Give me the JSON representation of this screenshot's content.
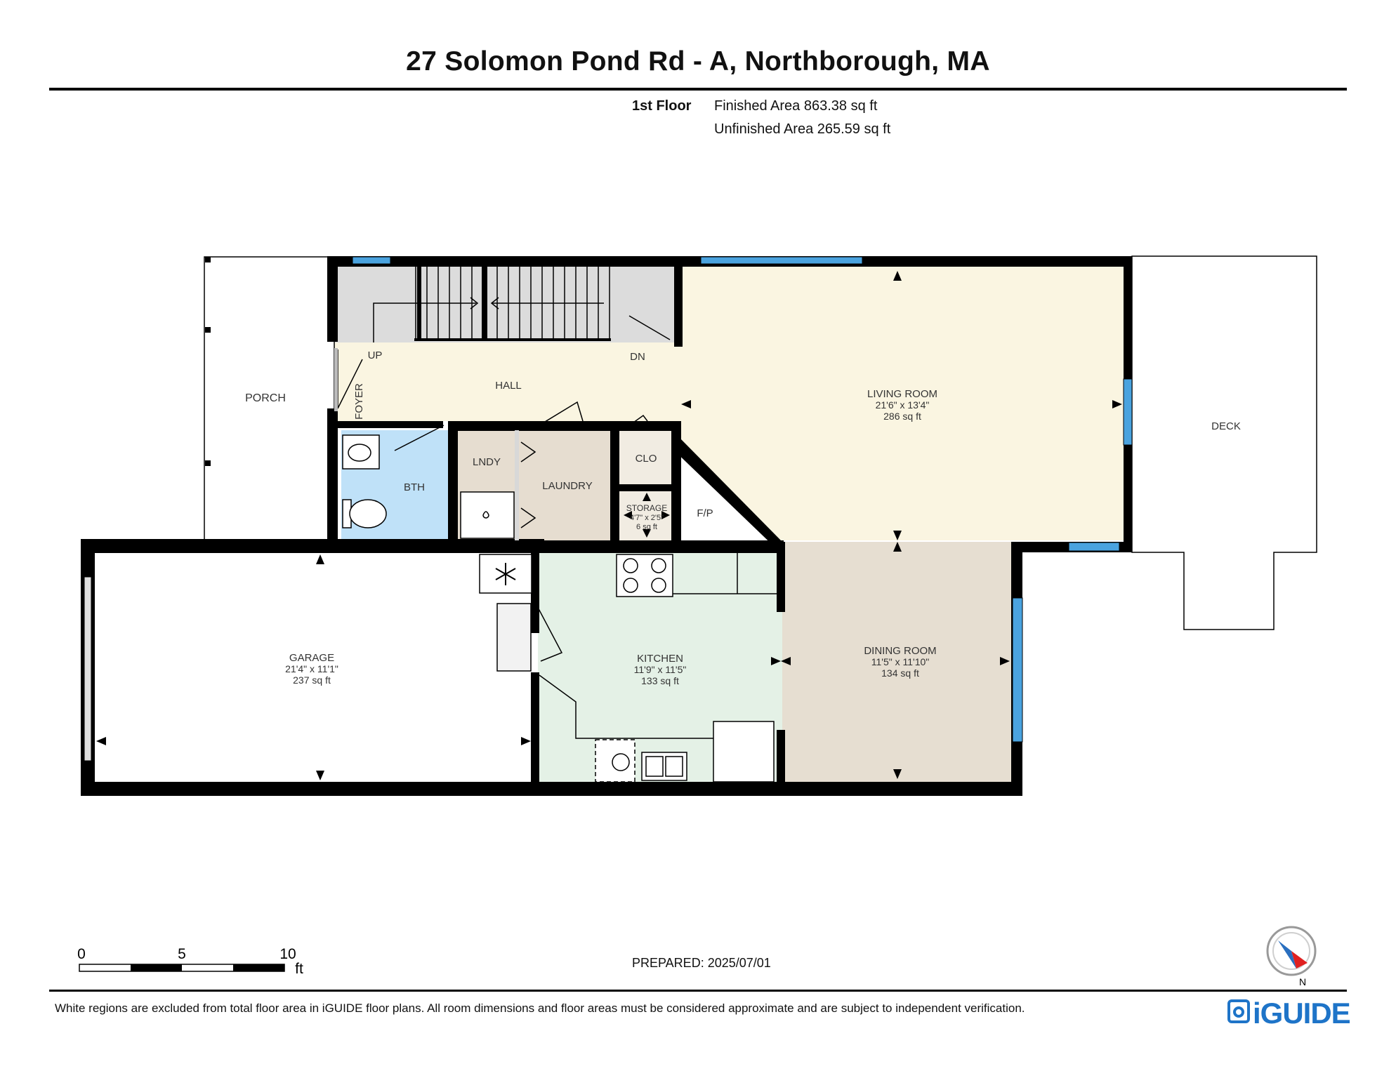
{
  "header": {
    "title": "27 Solomon Pond Rd - A, Northborough, MA",
    "floor": "1st Floor",
    "finished_area": "Finished Area 863.38 sq ft",
    "unfinished_area": "Unfinished Area 265.59 sq ft"
  },
  "rooms": {
    "porch": "PORCH",
    "foyer": "FOYER",
    "hall": "HALL",
    "up": "UP",
    "dn": "DN",
    "living_name": "LIVING ROOM",
    "living_dims": "21'6\" x 13'4\"",
    "living_area": "286 sq ft",
    "deck": "DECK",
    "bth": "BTH",
    "lndy": "LNDY",
    "laundry": "LAUNDRY",
    "clo": "CLO",
    "storage_name": "STORAGE",
    "storage_dims": "4'7\" x 2'5\"",
    "storage_area": "6 sq ft",
    "fp": "F/P",
    "garage_name": "GARAGE",
    "garage_dims": "21'4\" x 11'1\"",
    "garage_area": "237 sq ft",
    "kitchen_name": "KITCHEN",
    "kitchen_dims": "11'9\" x 11'5\"",
    "kitchen_area": "133 sq ft",
    "dining_name": "DINING ROOM",
    "dining_dims": "11'5\" x 11'10\"",
    "dining_area": "134 sq ft"
  },
  "scale": {
    "zero": "0",
    "five": "5",
    "ten": "10",
    "unit": "ft"
  },
  "footer": {
    "prepared": "PREPARED: 2025/07/01",
    "disclaimer": "White regions are excluded from total floor area in iGUIDE floor plans. All room dimensions and floor areas must be considered approximate and are subject to independent verification.",
    "brand": "iGUIDE",
    "compass": "N"
  },
  "colors": {
    "hall": "#faf5e1",
    "bath": "#bfe1f8",
    "laundry": "#e6ddd0",
    "kitchen": "#e4f1e6",
    "dining": "#e6ded1",
    "stairs": "#dcdcdc",
    "window": "#4aa3df",
    "wall": "#000000",
    "brand": "#1e74c8"
  }
}
